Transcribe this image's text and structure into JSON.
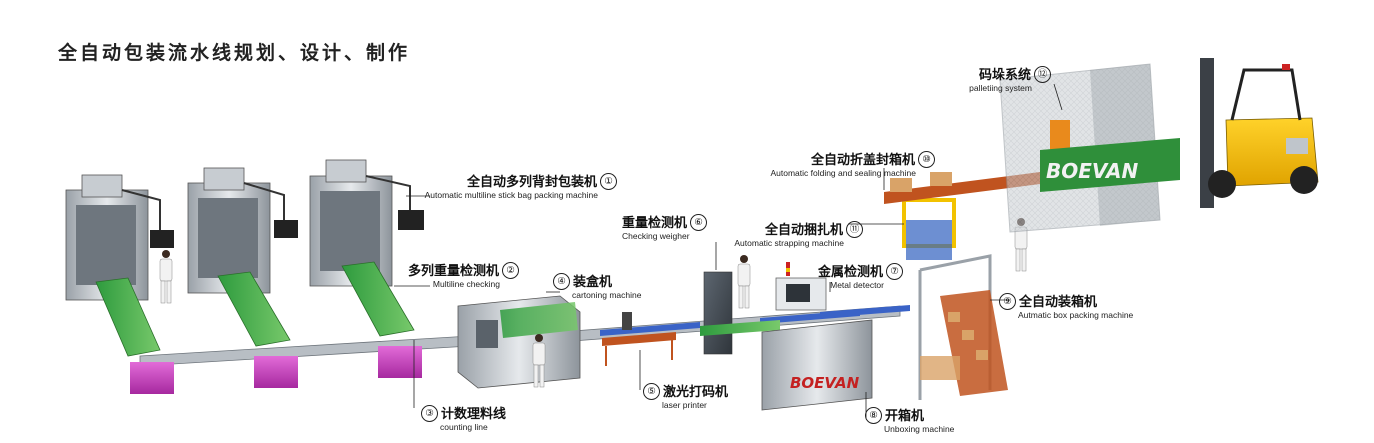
{
  "title": "全自动包装流水线规划、设计、制作",
  "brand": "BOEVAN",
  "stations": [
    {
      "num": "①",
      "cn": "全自动多列背封包装机",
      "en": "Automatic  multiline stick bag packing machine"
    },
    {
      "num": "②",
      "cn": "多列重量检测机",
      "en": "Multiline checking"
    },
    {
      "num": "③",
      "cn": "计数理料线",
      "en": "counting line"
    },
    {
      "num": "④",
      "cn": "装盒机",
      "en": "cartoning machine"
    },
    {
      "num": "⑤",
      "cn": "激光打码机",
      "en": "laser printer"
    },
    {
      "num": "⑥",
      "cn": "重量检测机",
      "en": "Checking weigher"
    },
    {
      "num": "⑦",
      "cn": "金属检测机",
      "en": "Metal detector"
    },
    {
      "num": "⑧",
      "cn": "开箱机",
      "en": "Unboxing machine"
    },
    {
      "num": "⑨",
      "cn": "全自动装箱机",
      "en": "Autmatic box packing machine"
    },
    {
      "num": "⑩",
      "cn": "全自动折盖封箱机",
      "en": "Automatic folding and sealing machine"
    },
    {
      "num": "⑪",
      "cn": "全自动捆扎机",
      "en": "Automatic strapping machine"
    },
    {
      "num": "⑫",
      "cn": "码垛系统",
      "en": "palletiing system"
    }
  ]
}
